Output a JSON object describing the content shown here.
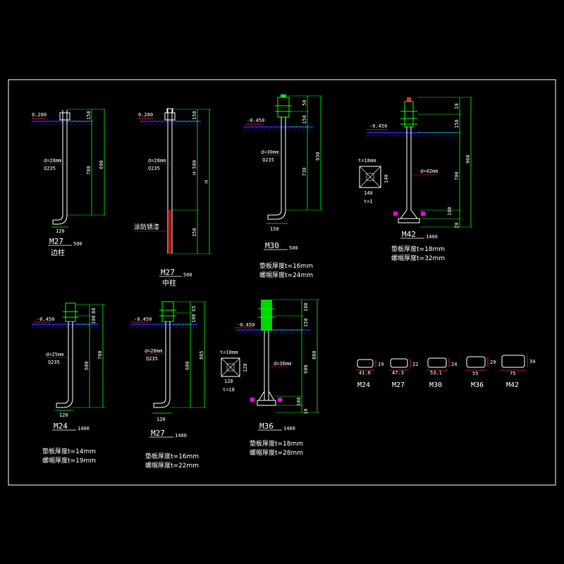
{
  "colors": {
    "background": "#000000",
    "frame": "#ffffff",
    "bolt": "#ffffff",
    "ground": "#3030ff",
    "hatch": "#3030ff",
    "dimension": "#00ff00",
    "nut": "#00ff00",
    "leader": "#ff2020",
    "accent": "#ff00ff",
    "text": "#ffffff"
  },
  "bolts": {
    "b1": {
      "level": "0.280",
      "dia": "d=28mm",
      "mat": "Q235",
      "dims": [
        "150",
        "780",
        "690"
      ],
      "foot": "120",
      "code": "M27",
      "suffix": "500",
      "caption": "边柱"
    },
    "b2": {
      "level": "0.280",
      "dia": "d=28mm",
      "mat": "Q235",
      "dims": [
        "150",
        "H-500",
        "350",
        "H"
      ],
      "foot": "",
      "code": "M27",
      "suffix": "500",
      "caption": "中柱",
      "note": "涂防锈漆"
    },
    "b3": {
      "level": "-0.450",
      "dia": "d=30mm",
      "mat": "Q235",
      "dims": [
        "50",
        "150",
        "730",
        "930"
      ],
      "foot": "150",
      "code": "M30",
      "suffix": "500",
      "t1": "垫板厚度t=16mm",
      "t2": "螺帽厚度t=24mm"
    },
    "b4": {
      "level": "-0.450",
      "dia": "d=42mm",
      "mat": "",
      "dims": [
        "10",
        "150",
        "700",
        "100",
        "20",
        "960"
      ],
      "plate_w": "140",
      "plate_h": "140",
      "plate_note": "t=18mm",
      "plate_tag": "t=1",
      "code": "M42",
      "suffix": "1400",
      "t1": "垫板厚度t=18mm",
      "t2": "螺帽厚度t=32mm"
    },
    "b5": {
      "level": "-0.450",
      "dia": "d=25mm",
      "mat": "Q235",
      "dims": [
        "80",
        "100",
        "600",
        "780"
      ],
      "foot": "120",
      "code": "M24",
      "suffix": "1400",
      "t1": "垫板厚度t=14mm",
      "t2": "螺帽厚度t=19mm"
    },
    "b6": {
      "level": "-0.450",
      "dia": "d=28mm",
      "mat": "Q235",
      "dims": [
        "65",
        "100",
        "600",
        "865"
      ],
      "foot": "120",
      "code": "M27",
      "suffix": "1400",
      "t1": "垫板厚度t=16mm",
      "t2": "螺帽厚度t=22mm"
    },
    "b7": {
      "level": "-0.450",
      "dia": "d=36mm",
      "mat": "",
      "dims": [
        "100",
        "150",
        "600",
        "100",
        "10",
        "880"
      ],
      "plate_w": "120",
      "plate_h": "120",
      "plate_note": "t=18mm",
      "plate_tag": "t=18",
      "code": "M36",
      "suffix": "1400",
      "t1": "垫板厚度t=18mm",
      "t2": "螺帽厚度t=28mm"
    }
  },
  "nuts": [
    {
      "code": "M24",
      "w": "41.6",
      "h": "19"
    },
    {
      "code": "M27",
      "w": "47.3",
      "h": "22"
    },
    {
      "code": "M30",
      "w": "53.1",
      "h": "24"
    },
    {
      "code": "M36",
      "w": "55",
      "h": "29"
    },
    {
      "code": "M42",
      "w": "75",
      "h": "34"
    }
  ]
}
